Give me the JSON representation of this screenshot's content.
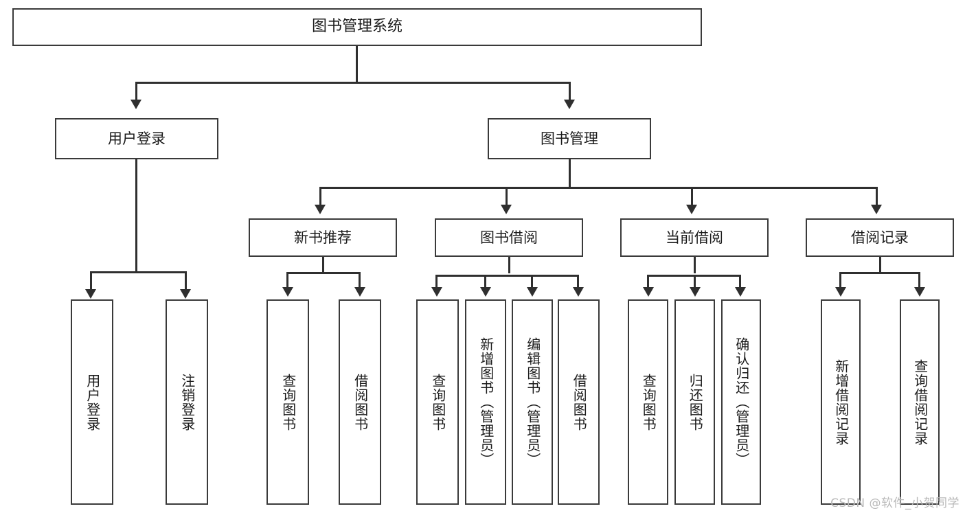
{
  "diagram": {
    "title": "图书管理系统",
    "watermark": "CSDN @软件_小贺同学",
    "root": {
      "label": "图书管理系统"
    },
    "level2": [
      {
        "label": "用户登录"
      },
      {
        "label": "图书管理"
      }
    ],
    "level3": [
      {
        "label": "新书推荐"
      },
      {
        "label": "图书借阅"
      },
      {
        "label": "当前借阅"
      },
      {
        "label": "借阅记录"
      }
    ],
    "leaves": {
      "user_login": [
        {
          "label": "用户登录"
        },
        {
          "label": "注销登录"
        }
      ],
      "new_book_recommend": [
        {
          "label": "查询图书"
        },
        {
          "label": "借阅图书"
        }
      ],
      "book_borrow": [
        {
          "label": "查询图书"
        },
        {
          "label": "新增图书（管理员）"
        },
        {
          "label": "编辑图书（管理员）"
        },
        {
          "label": "借阅图书"
        }
      ],
      "current_borrow": [
        {
          "label": "查询图书"
        },
        {
          "label": "归还图书"
        },
        {
          "label": "确认归还（管理员）"
        }
      ],
      "borrow_record": [
        {
          "label": "新增借阅记录"
        },
        {
          "label": "查询借阅记录"
        }
      ]
    },
    "colors": {
      "border": "#3a3a3a",
      "connector": "#2f2f2f",
      "background": "#ffffff",
      "text": "#1b1b1b",
      "watermark": "#b9b9b9"
    }
  }
}
